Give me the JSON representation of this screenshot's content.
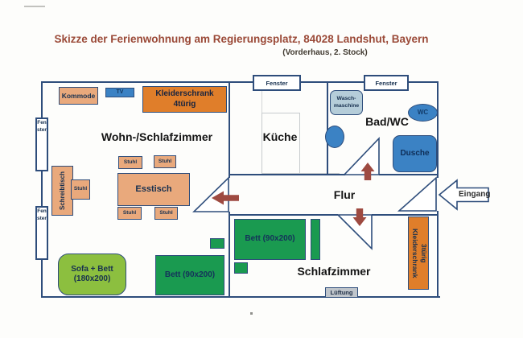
{
  "title": "Skizze der Ferienwohnung am Regierungsplatz, 84028 Landshut, Bayern",
  "subtitle": "(Vorderhaus, 2. Stock)",
  "rooms": {
    "living": "Wohn-/Schlafzimmer",
    "kitchen": "Küche",
    "bath": "Bad/WC",
    "hall": "Flur",
    "bedroom": "Schlafzimmer"
  },
  "furniture": {
    "kommode": "Kommode",
    "tv": "TV",
    "wardrobe4_l1": "Kleiderschrank",
    "wardrobe4_l2": "4türig",
    "chair": "Stuhl",
    "table": "Esstisch",
    "desk": "Schreibtisch",
    "sofa_l1": "Sofa + Bett",
    "sofa_l2": "(180x200)",
    "bed_living": "Bett (90x200)",
    "bed_bedroom": "Bett (90x200)",
    "washer_l1": "Wasch-",
    "washer_l2": "maschine",
    "wc": "WC",
    "shower": "Dusche",
    "wardrobe3_l1": "Kleiderschrank",
    "wardrobe3_l2": "3türig",
    "vent": "Lüftung"
  },
  "labels": {
    "window": "Fenster",
    "entrance": "Eingang"
  },
  "colors": {
    "wall": "#2e4d7b",
    "furniture_tan": "#e9a97c",
    "wardrobe_orange": "#e07e2a",
    "fixture_blue": "#3b82c4",
    "washer_lightblue": "#b5cdd9",
    "sofa_lightgreen": "#8cbf3f",
    "bed_green": "#1a9a50",
    "vent_gray": "#bfc5cb",
    "title_color": "#9b4a38",
    "door_arrow": "#9e4a41"
  }
}
